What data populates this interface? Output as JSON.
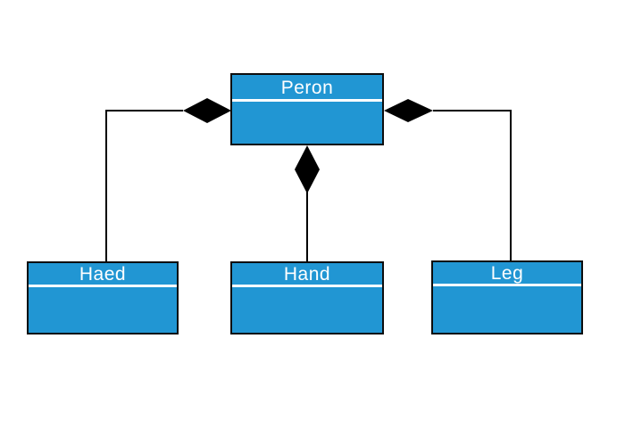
{
  "diagram": {
    "type": "uml-composition-diagram",
    "background_color": "#ffffff",
    "node_fill_color": "#2196d3",
    "node_border_color": "#0d0d0d",
    "node_text_color": "#ffffff",
    "title_divider_color": "#ffffff",
    "connector_color": "#000000",
    "diamond_style": "filled-black-composition",
    "nodes": [
      {
        "id": "peron",
        "label": "Peron"
      },
      {
        "id": "haed",
        "label": "Haed"
      },
      {
        "id": "hand",
        "label": "Hand"
      },
      {
        "id": "leg",
        "label": "Leg"
      }
    ],
    "relationships": [
      {
        "from": "Peron",
        "to": "Haed",
        "type": "composition",
        "diamond_at": "Peron"
      },
      {
        "from": "Peron",
        "to": "Hand",
        "type": "composition",
        "diamond_at": "Peron"
      },
      {
        "from": "Peron",
        "to": "Leg",
        "type": "composition",
        "diamond_at": "Peron"
      }
    ]
  }
}
